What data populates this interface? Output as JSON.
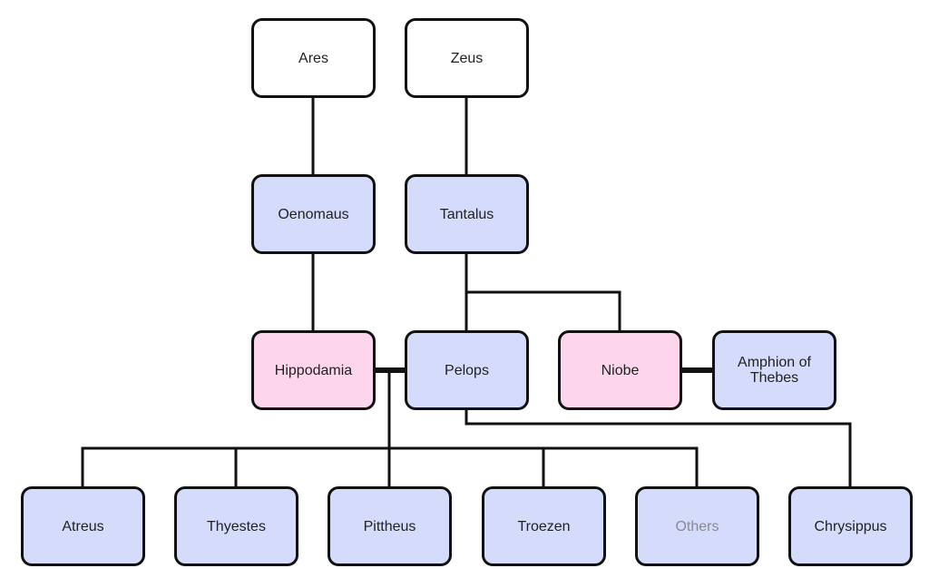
{
  "title": "Family tree of Pelops",
  "colors": {
    "deity": "#ffffff",
    "male": "#d5dcfb",
    "female": "#fdd5ec",
    "line": "#111111",
    "muted_text": "#8a8a94"
  },
  "nodes": {
    "ares": "Ares",
    "zeus": "Zeus",
    "oenomaus": "Oenomaus",
    "tantalus": "Tantalus",
    "hippodamia": "Hippodamia",
    "pelops": "Pelops",
    "niobe": "Niobe",
    "amphion": "Amphion of Thebes",
    "atreus": "Atreus",
    "thyestes": "Thyestes",
    "pittheus": "Pittheus",
    "troezen": "Troezen",
    "others": "Others",
    "chrysippus": "Chrysippus"
  },
  "relations": [
    {
      "type": "parent",
      "from": "Ares",
      "to": "Oenomaus"
    },
    {
      "type": "parent",
      "from": "Zeus",
      "to": "Tantalus"
    },
    {
      "type": "parent",
      "from": "Oenomaus",
      "to": "Hippodamia"
    },
    {
      "type": "parent",
      "from": "Tantalus",
      "to": "Pelops"
    },
    {
      "type": "parent",
      "from": "Tantalus",
      "to": "Niobe"
    },
    {
      "type": "marriage",
      "from": "Hippodamia",
      "to": "Pelops"
    },
    {
      "type": "marriage",
      "from": "Niobe",
      "to": "Amphion of Thebes"
    },
    {
      "type": "parent",
      "from": "Hippodamia & Pelops",
      "to": "Atreus"
    },
    {
      "type": "parent",
      "from": "Hippodamia & Pelops",
      "to": "Thyestes"
    },
    {
      "type": "parent",
      "from": "Hippodamia & Pelops",
      "to": "Pittheus"
    },
    {
      "type": "parent",
      "from": "Hippodamia & Pelops",
      "to": "Troezen"
    },
    {
      "type": "parent",
      "from": "Hippodamia & Pelops",
      "to": "Others"
    },
    {
      "type": "parent",
      "from": "Pelops",
      "to": "Chrysippus"
    }
  ]
}
